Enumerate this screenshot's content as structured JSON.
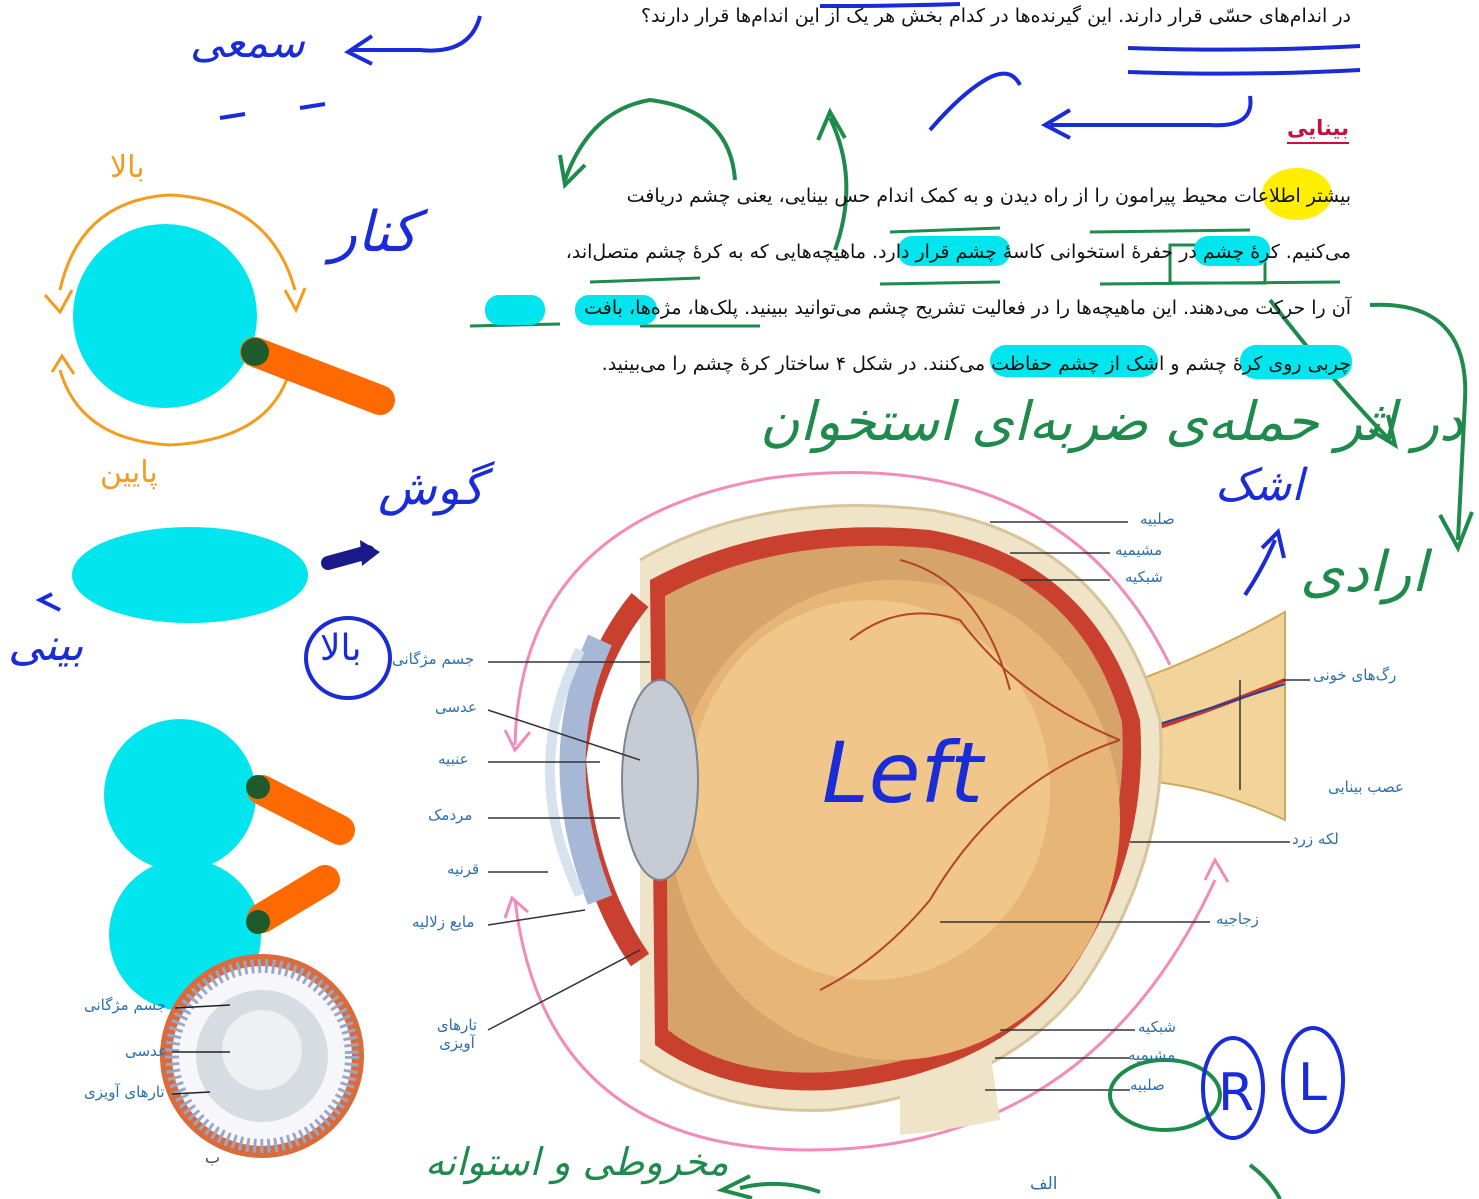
{
  "header": {
    "question_line": "در اندام‌های حسّی قرار دارند. این گیرنده‌ها در کدام بخش هر یک از این اندام‌ها قرار دارند؟"
  },
  "section": {
    "title": "بینایی",
    "paragraph_lines": [
      "بیشتر اطلاعات محیط پیرامون را از راه دیدن و به کمک اندام حس بینایی، یعنی چشم دریافت",
      "می‌کنیم. کرهٔ چشم در حفرهٔ استخوانی کاسهٔ چشم قرار دارد. ماهیچه‌هایی که به کرهٔ چشم متصل‌اند،",
      "آن را حرکت می‌دهند. این ماهیچه‌ها را در فعالیت تشریح چشم می‌توانید ببینید. پلک‌ها، مژه‌ها، بافت",
      "چربی روی کرهٔ چشم و اشک از چشم حفاظت می‌کنند. در شکل ۴ ساختار کرهٔ چشم را می‌بینید."
    ]
  },
  "figure_a": {
    "caption": "الف",
    "labels_right": [
      "صلبیه",
      "مشیمیه",
      "شبکیه",
      "رگ‌های خونی",
      "عصب بینایی",
      "لکه زرد",
      "زجاجیه",
      "شبکیه",
      "مشیمیه",
      "صلبیه"
    ],
    "labels_left": [
      "جسم مژگانی",
      "عدسی",
      "عنبیه",
      "مردمک",
      "قرنیه",
      "مایع زلالیه",
      "تارهای آویزی"
    ]
  },
  "figure_b": {
    "caption": "ب",
    "labels": [
      "جسم مژگانی",
      "عدسی",
      "تارهای آویزی"
    ]
  },
  "annotations": {
    "handwritten_left": "Left",
    "letters": [
      "R",
      "L"
    ],
    "arabic_notes": [
      "سمعی",
      "بالا",
      "پایین",
      "گوش",
      "بینی",
      "کنار",
      "اشک",
      "ارادی",
      "در اثر حمله‌ی ضربه‌ای استخوان",
      "مخروطی و استوانه"
    ]
  },
  "colors": {
    "highlight_yellow": "#ffee00",
    "highlight_cyan": "#00e5ee",
    "ink_blue": "#1a2bd8",
    "ink_green": "#1e8a4c",
    "ink_orange": "#f39c1f",
    "ink_pink": "#f28bb9",
    "title_red": "#c8103e"
  }
}
